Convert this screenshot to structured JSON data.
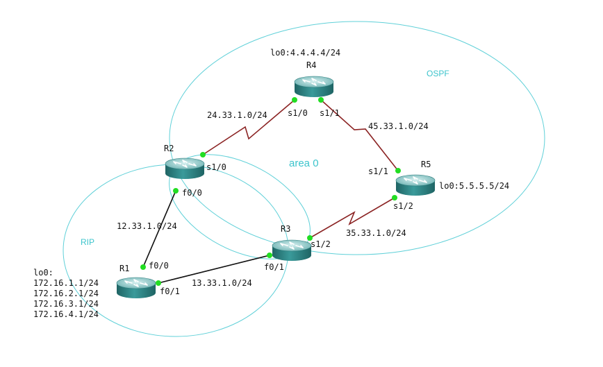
{
  "colors": {
    "region": "#5fd0d8",
    "region_label": "#3cc4cc",
    "serial_link": "#8b2323",
    "ethernet_link": "#111111",
    "port_dot": "#22dd22",
    "router_top": "#9fd3d3",
    "router_body": "#2f8a8a",
    "router_dark": "#1f6464"
  },
  "regions": {
    "ospf": "OSPF",
    "rip": "RIP",
    "area": "area 0"
  },
  "routers": {
    "r1": {
      "name": "R1",
      "loopback": [
        "lo0:",
        "172.16.1.1/24",
        "172.16.2.1/24",
        "172.16.3.1/24",
        "172.16.4.1/24"
      ]
    },
    "r2": {
      "name": "R2"
    },
    "r3": {
      "name": "R3"
    },
    "r4": {
      "name": "R4",
      "loopback": "lo0:4.4.4.4/24"
    },
    "r5": {
      "name": "R5",
      "loopback": "lo0:5.5.5.5/24"
    }
  },
  "links": {
    "r2_r4": {
      "subnet": "24.33.1.0/24",
      "r2_port": "s1/0",
      "r4_port": "s1/0"
    },
    "r4_r5": {
      "subnet": "45.33.1.0/24",
      "r4_port": "s1/1",
      "r5_port": "s1/1"
    },
    "r3_r5": {
      "subnet": "35.33.1.0/24",
      "r3_port": "s1/2",
      "r5_port": "s1/2"
    },
    "r1_r2": {
      "subnet": "12.33.1.0/24",
      "r1_port": "f0/0",
      "r2_port": "f0/0"
    },
    "r1_r3": {
      "subnet": "13.33.1.0/24",
      "r1_port": "f0/1",
      "r3_port": "f0/1"
    }
  }
}
